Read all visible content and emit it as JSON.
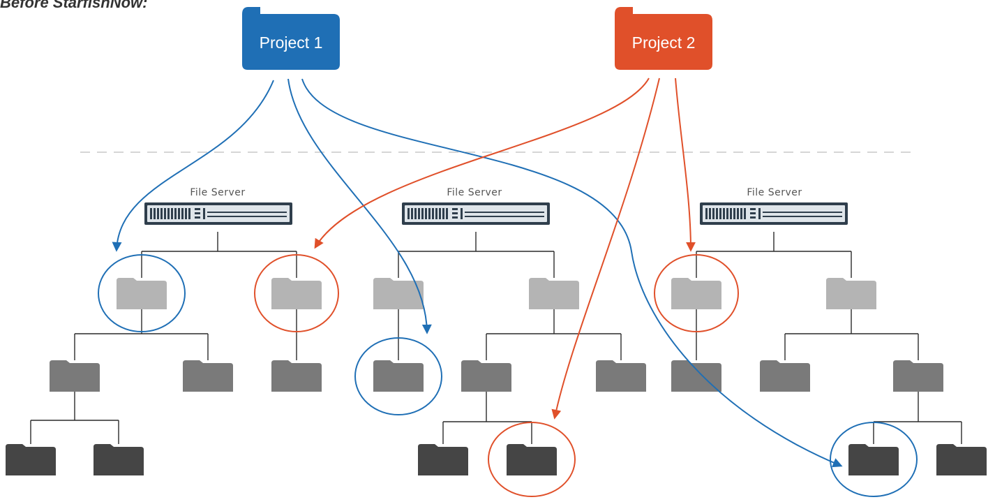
{
  "caption": "Before StarfishNow:",
  "colors": {
    "project1": "#1f6fb5",
    "project2": "#e0502a",
    "tree_lines": "#2a2a2a",
    "dashed_divider": "#c8c8c8",
    "folder_level1": "#b4b4b4",
    "folder_level2": "#7a7a7a",
    "folder_level3": "#454545",
    "server_body": "#2f3e4c"
  },
  "projects": [
    {
      "id": "project1",
      "label": "Project 1",
      "color": "#1f6fb5",
      "icon": "folder-icon"
    },
    {
      "id": "project2",
      "label": "Project 2",
      "color": "#e0502a",
      "icon": "folder-icon"
    }
  ],
  "file_servers": [
    {
      "label": "File Server",
      "icon": "server-rack-icon"
    },
    {
      "label": "File Server",
      "icon": "server-rack-icon"
    },
    {
      "label": "File Server",
      "icon": "server-rack-icon"
    }
  ],
  "project_links": [
    {
      "from": "project1",
      "to_server": 1,
      "to_folder": "folder A"
    },
    {
      "from": "project1",
      "to_server": 2,
      "to_folder": "folder A child"
    },
    {
      "from": "project1",
      "to_server": 3,
      "to_folder": "folder B grandchild"
    },
    {
      "from": "project2",
      "to_server": 1,
      "to_folder": "folder B"
    },
    {
      "from": "project2",
      "to_server": 2,
      "to_folder": "folder B grandchild"
    },
    {
      "from": "project2",
      "to_server": 3,
      "to_folder": "folder A"
    }
  ]
}
